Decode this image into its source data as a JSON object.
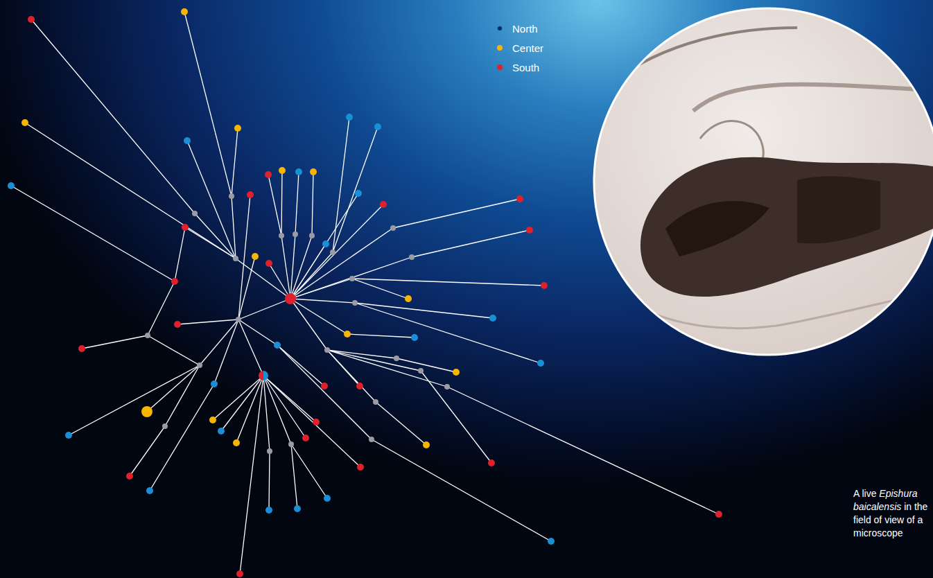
{
  "diagram": {
    "labels": [
      "A live",
      "Epishura baicalensis",
      "in the field of view of a microscope"
    ],
    "legend": [
      {
        "text": "North",
        "color": "#1a8fd6"
      },
      {
        "text": "Center",
        "color": "#f7b500"
      },
      {
        "text": "South",
        "color": "#e0202a"
      }
    ]
  }
}
